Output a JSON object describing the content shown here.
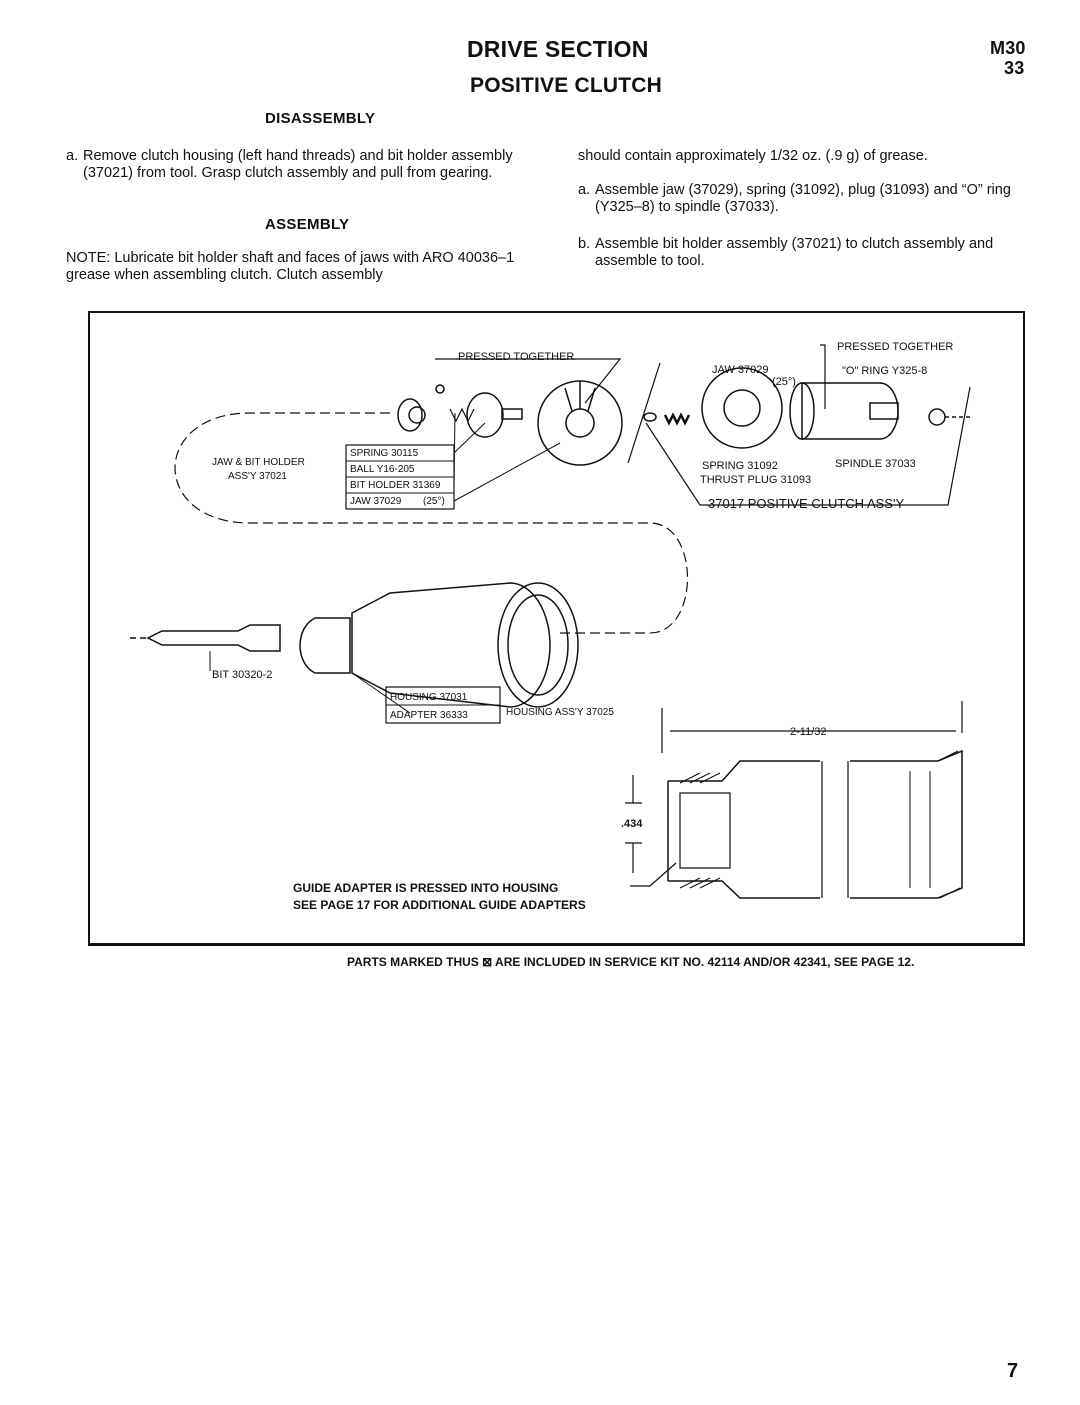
{
  "header": {
    "title": "DRIVE SECTION",
    "subtitle": "POSITIVE CLUTCH",
    "model": "M30",
    "section_number": "33"
  },
  "disassembly": {
    "heading": "DISASSEMBLY",
    "steps": [
      {
        "label": "a.",
        "text": "Remove clutch housing (left hand threads) and bit holder assembly (37021) from tool. Grasp clutch assembly and pull from gearing."
      }
    ]
  },
  "assembly": {
    "heading": "ASSEMBLY",
    "note": "NOTE: Lubricate bit holder shaft and faces of jaws with ARO 40036–1 grease when assembling clutch. Clutch assembly should contain approximately 1/32 oz. (.9 g) of grease.",
    "note_part1": "NOTE: Lubricate bit holder shaft and faces of jaws with ARO 40036–1 grease when assembling clutch. Clutch assembly",
    "note_part2": "should contain approximately 1/32 oz. (.9 g) of grease.",
    "steps": [
      {
        "label": "a.",
        "text": "Assemble jaw (37029), spring (31092), plug (31093) and “O” ring (Y325–8) to spindle (37033)."
      },
      {
        "label": "b.",
        "text": "Assemble bit holder assembly (37021) to clutch assembly and assemble to tool."
      }
    ]
  },
  "figure": {
    "labels": {
      "pressed_together_left": "PRESSED TOGETHER",
      "pressed_together_right": "PRESSED TOGETHER",
      "jaw_bit_holder": "JAW & BIT HOLDER",
      "jaw_bit_holder_assy": "ASS'Y   37021",
      "spring_30115": "SPRING  30115",
      "ball": "BALL  Y16-205",
      "bit_holder": "BIT HOLDER  31369",
      "jaw_37029_25": "JAW  37029",
      "jaw_angle": "(25°)",
      "jaw_right": "JAW  37029",
      "jaw_right_angle": "(25°)",
      "o_ring": "\"O\" RING Y325-8",
      "spring_31092": "SPRING  31092",
      "thrust_plug": "THRUST PLUG  31093",
      "spindle": "SPINDLE  37033",
      "clutch_assy": "37017   POSITIVE  CLUTCH ASS'Y",
      "bit": "BIT  30320-2",
      "housing": "HOUSING  37031",
      "adapter": "ADAPTER  36333",
      "housing_assy": "HOUSING ASS'Y  37025",
      "dim_length": "2-11/32",
      "dim_dia": ".434",
      "guide_line1": "GUIDE ADAPTER IS PRESSED INTO HOUSING",
      "guide_line2": "SEE PAGE 17 FOR ADDITIONAL GUIDE ADAPTERS"
    }
  },
  "footer": {
    "service_kit_note": "PARTS MARKED THUS ⊠ ARE INCLUDED IN SERVICE KIT NO. 42114 AND/OR 42341, SEE PAGE 12.",
    "page_number": "7"
  }
}
